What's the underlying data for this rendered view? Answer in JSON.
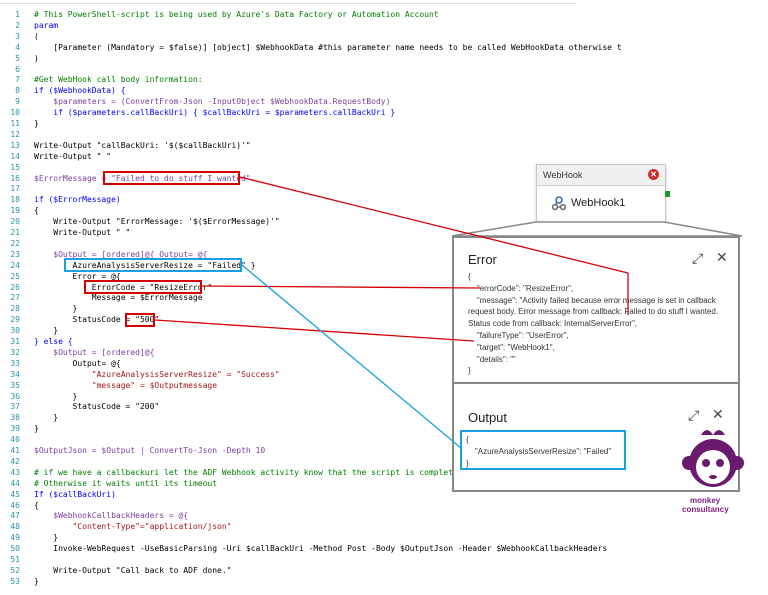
{
  "editor": {
    "lines": [
      {
        "n": "1",
        "t": "# This PowerShell-script is being used by Azure's Data Factory or Automation Account",
        "c": "cmt"
      },
      {
        "n": "2",
        "t": "param",
        "c": "kw"
      },
      {
        "n": "3",
        "t": "(",
        "c": "par"
      },
      {
        "n": "4",
        "t": "    [Parameter (Mandatory = $false)] [object] $WebhookData #this parameter name needs to be called WebHookData otherwise t",
        "c": "par"
      },
      {
        "n": "5",
        "t": ")",
        "c": "par"
      },
      {
        "n": "6",
        "t": "",
        "c": "par"
      },
      {
        "n": "7",
        "t": "#Get WebHook call body information:",
        "c": "cmt"
      },
      {
        "n": "8",
        "t": "if ($WebhookData) {",
        "c": "kw"
      },
      {
        "n": "9",
        "t": "    $parameters = (ConvertFrom-Json -InputObject $WebhookData.RequestBody)",
        "c": "var"
      },
      {
        "n": "10",
        "t": "    if ($parameters.callBackUri) { $callBackUri = $parameters.callBackUri }",
        "c": "kw"
      },
      {
        "n": "11",
        "t": "}",
        "c": "par"
      },
      {
        "n": "12",
        "t": "",
        "c": "par"
      },
      {
        "n": "13",
        "t": "Write-Output \"callBackUri: '$($callBackUri)'\"",
        "c": "cmd"
      },
      {
        "n": "14",
        "t": "Write-Output \" \"",
        "c": "cmd"
      },
      {
        "n": "15",
        "t": "",
        "c": "par"
      },
      {
        "n": "16",
        "t": "$ErrorMessage = \"Failed to do stuff I wanted\"",
        "c": "var"
      },
      {
        "n": "17",
        "t": "",
        "c": "par"
      },
      {
        "n": "18",
        "t": "if ($ErrorMessage)",
        "c": "kw"
      },
      {
        "n": "19",
        "t": "{",
        "c": "par"
      },
      {
        "n": "20",
        "t": "    Write-Output \"ErrorMessage: '$($ErrorMessage)'\"",
        "c": "cmd"
      },
      {
        "n": "21",
        "t": "    Write-Output \" \"",
        "c": "cmd"
      },
      {
        "n": "22",
        "t": "",
        "c": "par"
      },
      {
        "n": "23",
        "t": "    $Output = [ordered]@{ Output= @{",
        "c": "var"
      },
      {
        "n": "24",
        "t": "        AzureAnalysisServerResize = \"Failed\" }",
        "c": "par"
      },
      {
        "n": "25",
        "t": "        Error = @{",
        "c": "par"
      },
      {
        "n": "26",
        "t": "            ErrorCode = \"ResizeError\"",
        "c": "par"
      },
      {
        "n": "27",
        "t": "            Message = $ErrorMessage",
        "c": "par"
      },
      {
        "n": "28",
        "t": "        }",
        "c": "par"
      },
      {
        "n": "29",
        "t": "        StatusCode = \"500\"",
        "c": "par"
      },
      {
        "n": "30",
        "t": "    }",
        "c": "par"
      },
      {
        "n": "31",
        "t": "} else {",
        "c": "kw"
      },
      {
        "n": "32",
        "t": "    $Output = [ordered]@{",
        "c": "var"
      },
      {
        "n": "33",
        "t": "        Output= @{",
        "c": "par"
      },
      {
        "n": "34",
        "t": "            \"AzureAnalysisServerResize\" = \"Success\"",
        "c": "str"
      },
      {
        "n": "35",
        "t": "            \"message\" = $Outputmessage",
        "c": "str"
      },
      {
        "n": "36",
        "t": "        }",
        "c": "par"
      },
      {
        "n": "37",
        "t": "        StatusCode = \"200\"",
        "c": "par"
      },
      {
        "n": "38",
        "t": "    }",
        "c": "par"
      },
      {
        "n": "39",
        "t": "}",
        "c": "par"
      },
      {
        "n": "40",
        "t": "",
        "c": "par"
      },
      {
        "n": "41",
        "t": "$OutputJson = $Output | ConvertTo-Json -Depth 10",
        "c": "var"
      },
      {
        "n": "42",
        "t": "",
        "c": "par"
      },
      {
        "n": "43",
        "t": "# if we have a callbackuri let the ADF Webhook activity know that the script is complete",
        "c": "cmt"
      },
      {
        "n": "44",
        "t": "# Otherwise it waits until its timeout",
        "c": "cmt"
      },
      {
        "n": "45",
        "t": "If ($callBackUri)",
        "c": "kw"
      },
      {
        "n": "46",
        "t": "{",
        "c": "par"
      },
      {
        "n": "47",
        "t": "    $WebhookCallbackHeaders = @{",
        "c": "var"
      },
      {
        "n": "48",
        "t": "        \"Content-Type\"=\"application/json\"",
        "c": "str"
      },
      {
        "n": "49",
        "t": "    }",
        "c": "par"
      },
      {
        "n": "50",
        "t": "    Invoke-WebRequest -UseBasicParsing -Uri $callBackUri -Method Post -Body $OutputJson -Header $WebhookCallbackHeaders",
        "c": "cmd"
      },
      {
        "n": "51",
        "t": "",
        "c": "par"
      },
      {
        "n": "52",
        "t": "    Write-Output \"Call back to ADF done.\"",
        "c": "cmd"
      },
      {
        "n": "53",
        "t": "}",
        "c": "par"
      }
    ]
  },
  "webhook_card": {
    "header": "WebHook",
    "label": "WebHook1",
    "status": "error"
  },
  "error_panel": {
    "title": "Error",
    "lines": [
      "{",
      "    \"errorCode\": \"ResizeError\",",
      "    \"message\": \"Activity failed because error message is set in callback",
      "request body. Error message from callback: Failed to do stuff I wanted.",
      "Status code from callback: InternalServerError\",",
      "    \"failureType\": \"UserError\",",
      "    \"target\": \"WebHook1\",",
      "    \"details\": \"\"",
      "}"
    ]
  },
  "output_panel": {
    "title": "Output",
    "lines": [
      "{",
      "    \"AzureAnalysisServerResize\": \"Failed\"",
      "}"
    ]
  },
  "branding": {
    "line1": "monkey",
    "line2": "consultancy",
    "color": "#7b1f7e"
  },
  "colors": {
    "highlight_red": "#d40000",
    "highlight_blue": "#1ba1e2",
    "line_numbers": "#2b91af"
  }
}
